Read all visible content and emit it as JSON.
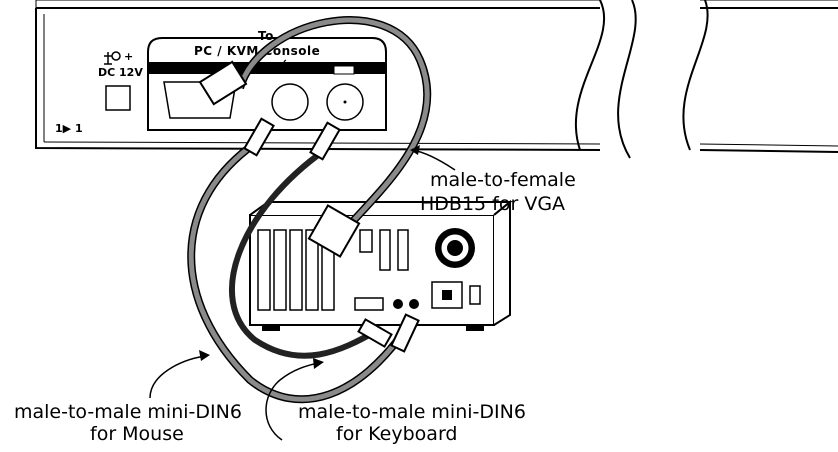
{
  "panel": {
    "to_label": "To",
    "console_label": "PC / KVM Console",
    "power_label": "DC 12V",
    "power_symbol": "+",
    "link_label": "1▶ 1"
  },
  "callouts": {
    "vga_line1": "male-to-female",
    "vga_line2": "HDB15 for VGA",
    "mouse_line1": "male-to-male mini-DIN6",
    "mouse_line2": "for Mouse",
    "keyboard_line1": "male-to-male mini-DIN6",
    "keyboard_line2": "for Keyboard"
  },
  "colors": {
    "outline": "#000000",
    "cable_gray": "#8a8a8a",
    "cable_dark": "#222222",
    "background": "#ffffff"
  },
  "icons": [
    "power-jack-icon",
    "mouse-icon",
    "keyboard-icon",
    "vga-connector-icon",
    "fan-grill-icon",
    "power-socket-icon"
  ]
}
